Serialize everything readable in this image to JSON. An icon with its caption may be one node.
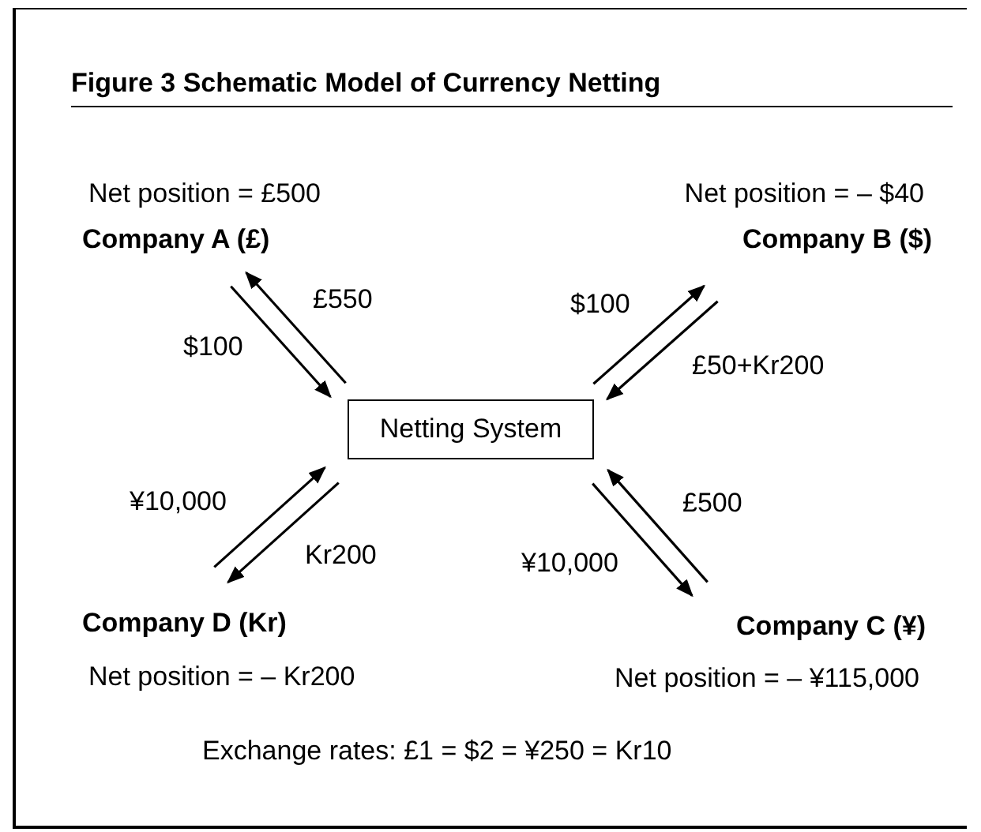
{
  "diagram": {
    "title": "Figure 3 Schematic Model of Currency Netting",
    "nodes": [
      {
        "text": [
          "Company A (£)"
        ],
        "beside": [
          "Net position = £500"
        ]
      },
      {
        "text": [
          "Company B ($)"
        ],
        "beside": [
          "Net position = – $40"
        ]
      },
      {
        "text": [
          "Netting System"
        ]
      },
      {
        "text": [
          "Company D (Kr)"
        ],
        "beside": [
          "Net position = – Kr200"
        ]
      },
      {
        "text": [
          "Company C (¥)"
        ],
        "beside": [
          "Net position = – ¥115,000"
        ]
      }
    ],
    "edges": [
      {
        "from": 0,
        "to": 2,
        "arrow": "to",
        "label": "$100"
      },
      {
        "from": 2,
        "to": 0,
        "arrow": "to",
        "label": "£550"
      },
      {
        "from": 2,
        "to": 1,
        "arrow": "to",
        "label": "$100"
      },
      {
        "from": 1,
        "to": 2,
        "arrow": "to",
        "label": "£50+Kr200"
      },
      {
        "from": 3,
        "to": 2,
        "arrow": "to",
        "label": "¥10,000"
      },
      {
        "from": 2,
        "to": 3,
        "arrow": "to",
        "label": "Kr200"
      },
      {
        "from": 2,
        "to": 4,
        "arrow": "to",
        "label": "¥10,000"
      },
      {
        "from": 4,
        "to": 2,
        "arrow": "to",
        "label": "£500"
      }
    ],
    "labels": [
      "Exchange rates: £1 = $2 = ¥250 = Kr10"
    ]
  }
}
